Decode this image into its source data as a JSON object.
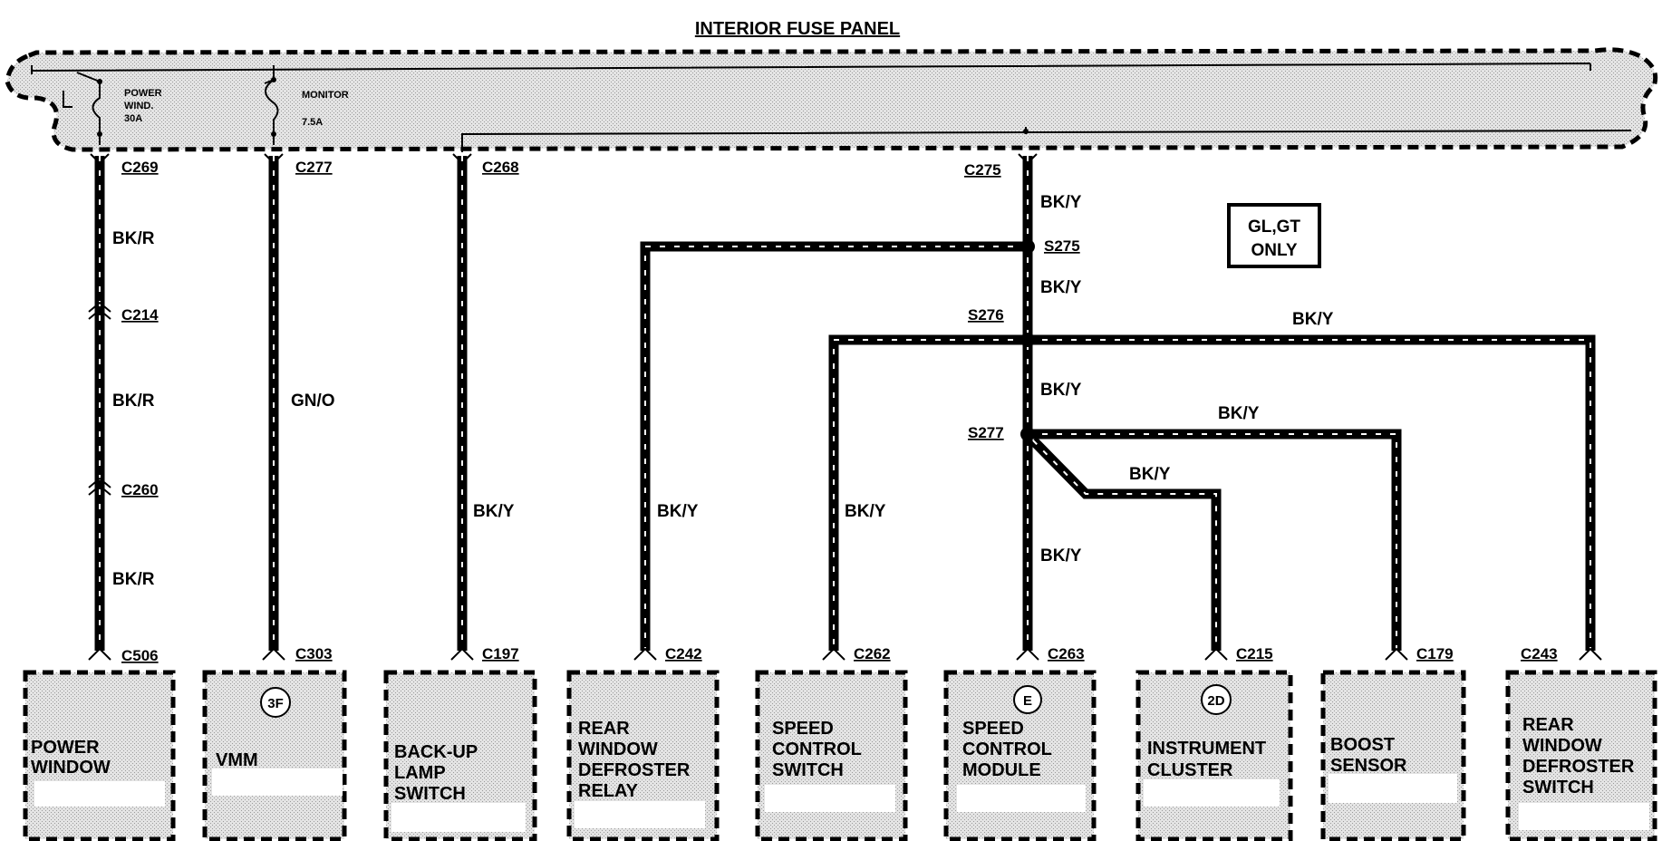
{
  "title": "INTERIOR FUSE PANEL",
  "note": [
    "GL,GT",
    "ONLY"
  ],
  "fuses": [
    {
      "lines": [
        "POWER",
        "WIND.",
        "30A"
      ]
    },
    {
      "lines": [
        "MONITOR",
        "7.5A"
      ]
    }
  ],
  "panel_connectors": {
    "c269": "C269",
    "c277": "C277",
    "c268": "C268",
    "c275": "C275"
  },
  "inline_connectors": {
    "c214": "C214",
    "c260": "C260"
  },
  "splices": {
    "s275": "S275",
    "s276": "S276",
    "s277": "S277"
  },
  "wire_labels": {
    "bkr_1": "BK/R",
    "bkr_2": "BK/R",
    "bkr_3": "BK/R",
    "gno": "GN/O",
    "bky_c197": "BK/Y",
    "bky_c242": "BK/Y",
    "bky_c262": "BK/Y",
    "bky_trunk_1": "BK/Y",
    "bky_trunk_2": "BK/Y",
    "bky_trunk_3": "BK/Y",
    "bky_c263": "BK/Y",
    "bky_c243": "BK/Y",
    "bky_c179": "BK/Y",
    "bky_c215": "BK/Y"
  },
  "components": [
    {
      "connector": "C506",
      "badge": "",
      "lines": [
        "POWER",
        "WINDOW"
      ]
    },
    {
      "connector": "C303",
      "badge": "3F",
      "lines": [
        "VMM"
      ]
    },
    {
      "connector": "C197",
      "badge": "",
      "lines": [
        "BACK-UP",
        "LAMP",
        "SWITCH"
      ]
    },
    {
      "connector": "C242",
      "badge": "",
      "lines": [
        "REAR",
        "WINDOW",
        "DEFROSTER",
        "RELAY"
      ]
    },
    {
      "connector": "C262",
      "badge": "",
      "lines": [
        "SPEED",
        "CONTROL",
        "SWITCH"
      ]
    },
    {
      "connector": "C263",
      "badge": "E",
      "lines": [
        "SPEED",
        "CONTROL",
        "MODULE"
      ]
    },
    {
      "connector": "C215",
      "badge": "2D",
      "lines": [
        "INSTRUMENT",
        "CLUSTER"
      ]
    },
    {
      "connector": "C179",
      "badge": "",
      "lines": [
        "BOOST",
        "SENSOR"
      ]
    },
    {
      "connector": "C243",
      "badge": "",
      "lines": [
        "REAR",
        "WINDOW",
        "DEFROSTER",
        "SWITCH"
      ]
    }
  ]
}
